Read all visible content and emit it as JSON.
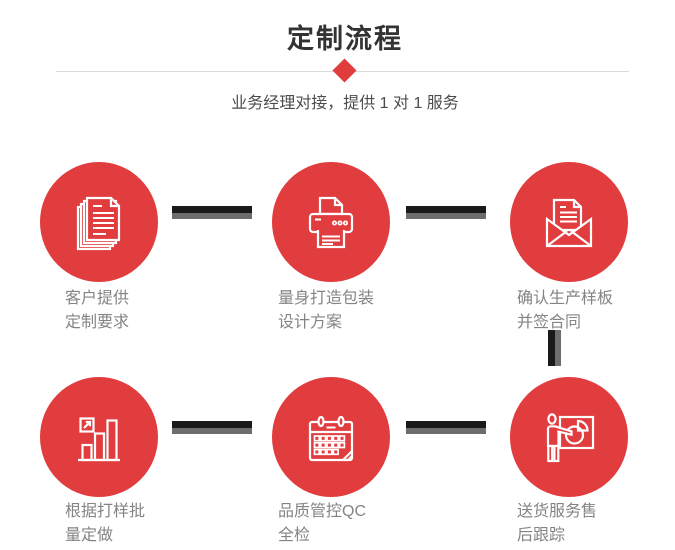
{
  "page": {
    "title": "定制流程",
    "subtitle": "业务经理对接，提供 1 对 1 服务"
  },
  "colors": {
    "brand_red": "#e13c3e",
    "connector_black": "#1a1a1a",
    "connector_gray": "#6d6d6d",
    "divider_gray": "#dcdcdc",
    "title_text": "#333333",
    "subtitle_text": "#4c4c4c",
    "label_text": "#848484"
  },
  "steps": [
    {
      "icon": "documents-icon",
      "label_line1": "客户提供",
      "label_line2": "定制要求"
    },
    {
      "icon": "printer-icon",
      "label_line1": "量身打造包装",
      "label_line2": "设计方案"
    },
    {
      "icon": "envelope-icon",
      "label_line1": "确认生产样板",
      "label_line2": "并签合同"
    },
    {
      "icon": "bar-chart-icon",
      "label_line1": "根据打样批",
      "label_line2": "量定做"
    },
    {
      "icon": "calendar-icon",
      "label_line1": "品质管控QC",
      "label_line2": "全检"
    },
    {
      "icon": "presentation-icon",
      "label_line1": "送货服务售",
      "label_line2": "后跟踪"
    }
  ]
}
